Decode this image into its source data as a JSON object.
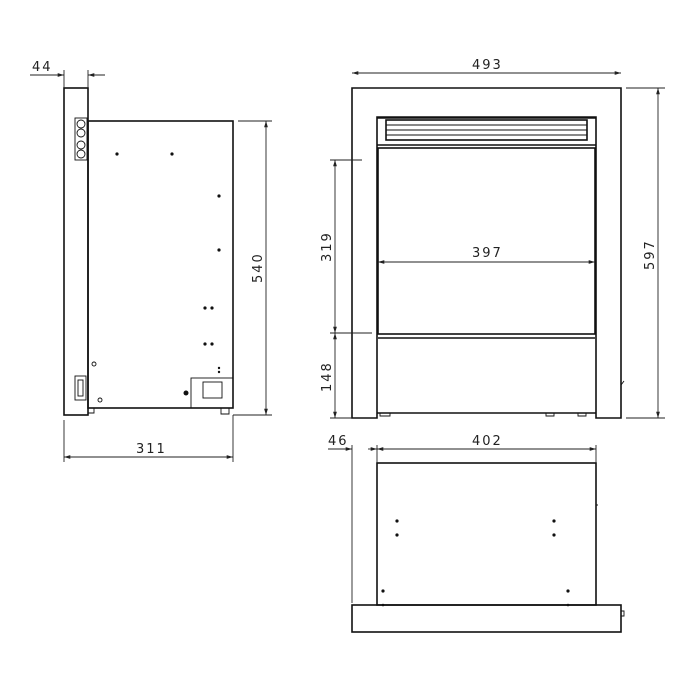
{
  "drawing": {
    "side_view": {
      "dim_panel_depth": "44",
      "dim_height": "540",
      "dim_depth": "311"
    },
    "front_view": {
      "dim_width": "493",
      "dim_height": "597",
      "dim_glass_height": "319",
      "dim_bottom_height": "148",
      "dim_glass_width": "397"
    },
    "top_view": {
      "dim_offset": "46",
      "dim_body_width": "402"
    },
    "line_color": "#111111"
  }
}
